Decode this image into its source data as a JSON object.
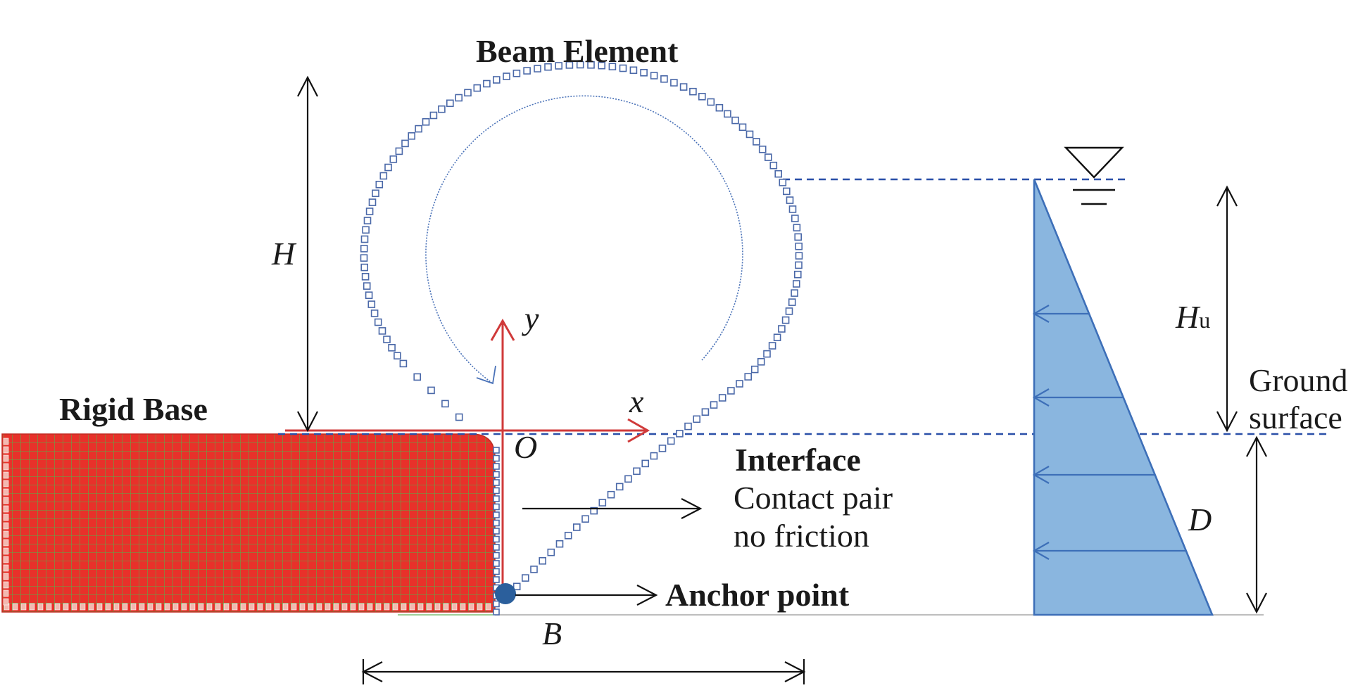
{
  "labels": {
    "beam_element": "Beam Element",
    "rigid_base": "Rigid Base",
    "interface": "Interface",
    "contact_pair": "Contact pair",
    "no_friction": "no friction",
    "anchor_point": "Anchor point",
    "ground_line1": "Ground",
    "ground_line2": "surface"
  },
  "symbols": {
    "H": "H",
    "Hu_main": "H",
    "Hu_sub": "u",
    "D": "D",
    "B": "B",
    "O": "O",
    "x": "x",
    "y": "y"
  },
  "colors": {
    "rigid_base_fill": "#e8312a",
    "rigid_base_grid": "#52b44a",
    "axis_red": "#d03a3a",
    "water_fill": "#8ab6df",
    "water_stroke": "#3d6fb8",
    "dashed_blue": "#2a4fa8",
    "beam_node": "#4a68a8",
    "anchor": "#2b5f9c"
  },
  "icons": {
    "water_level": "water-level-triangle-icon",
    "rotation": "rotation-arrow-icon",
    "anchor": "anchor-point-icon"
  }
}
